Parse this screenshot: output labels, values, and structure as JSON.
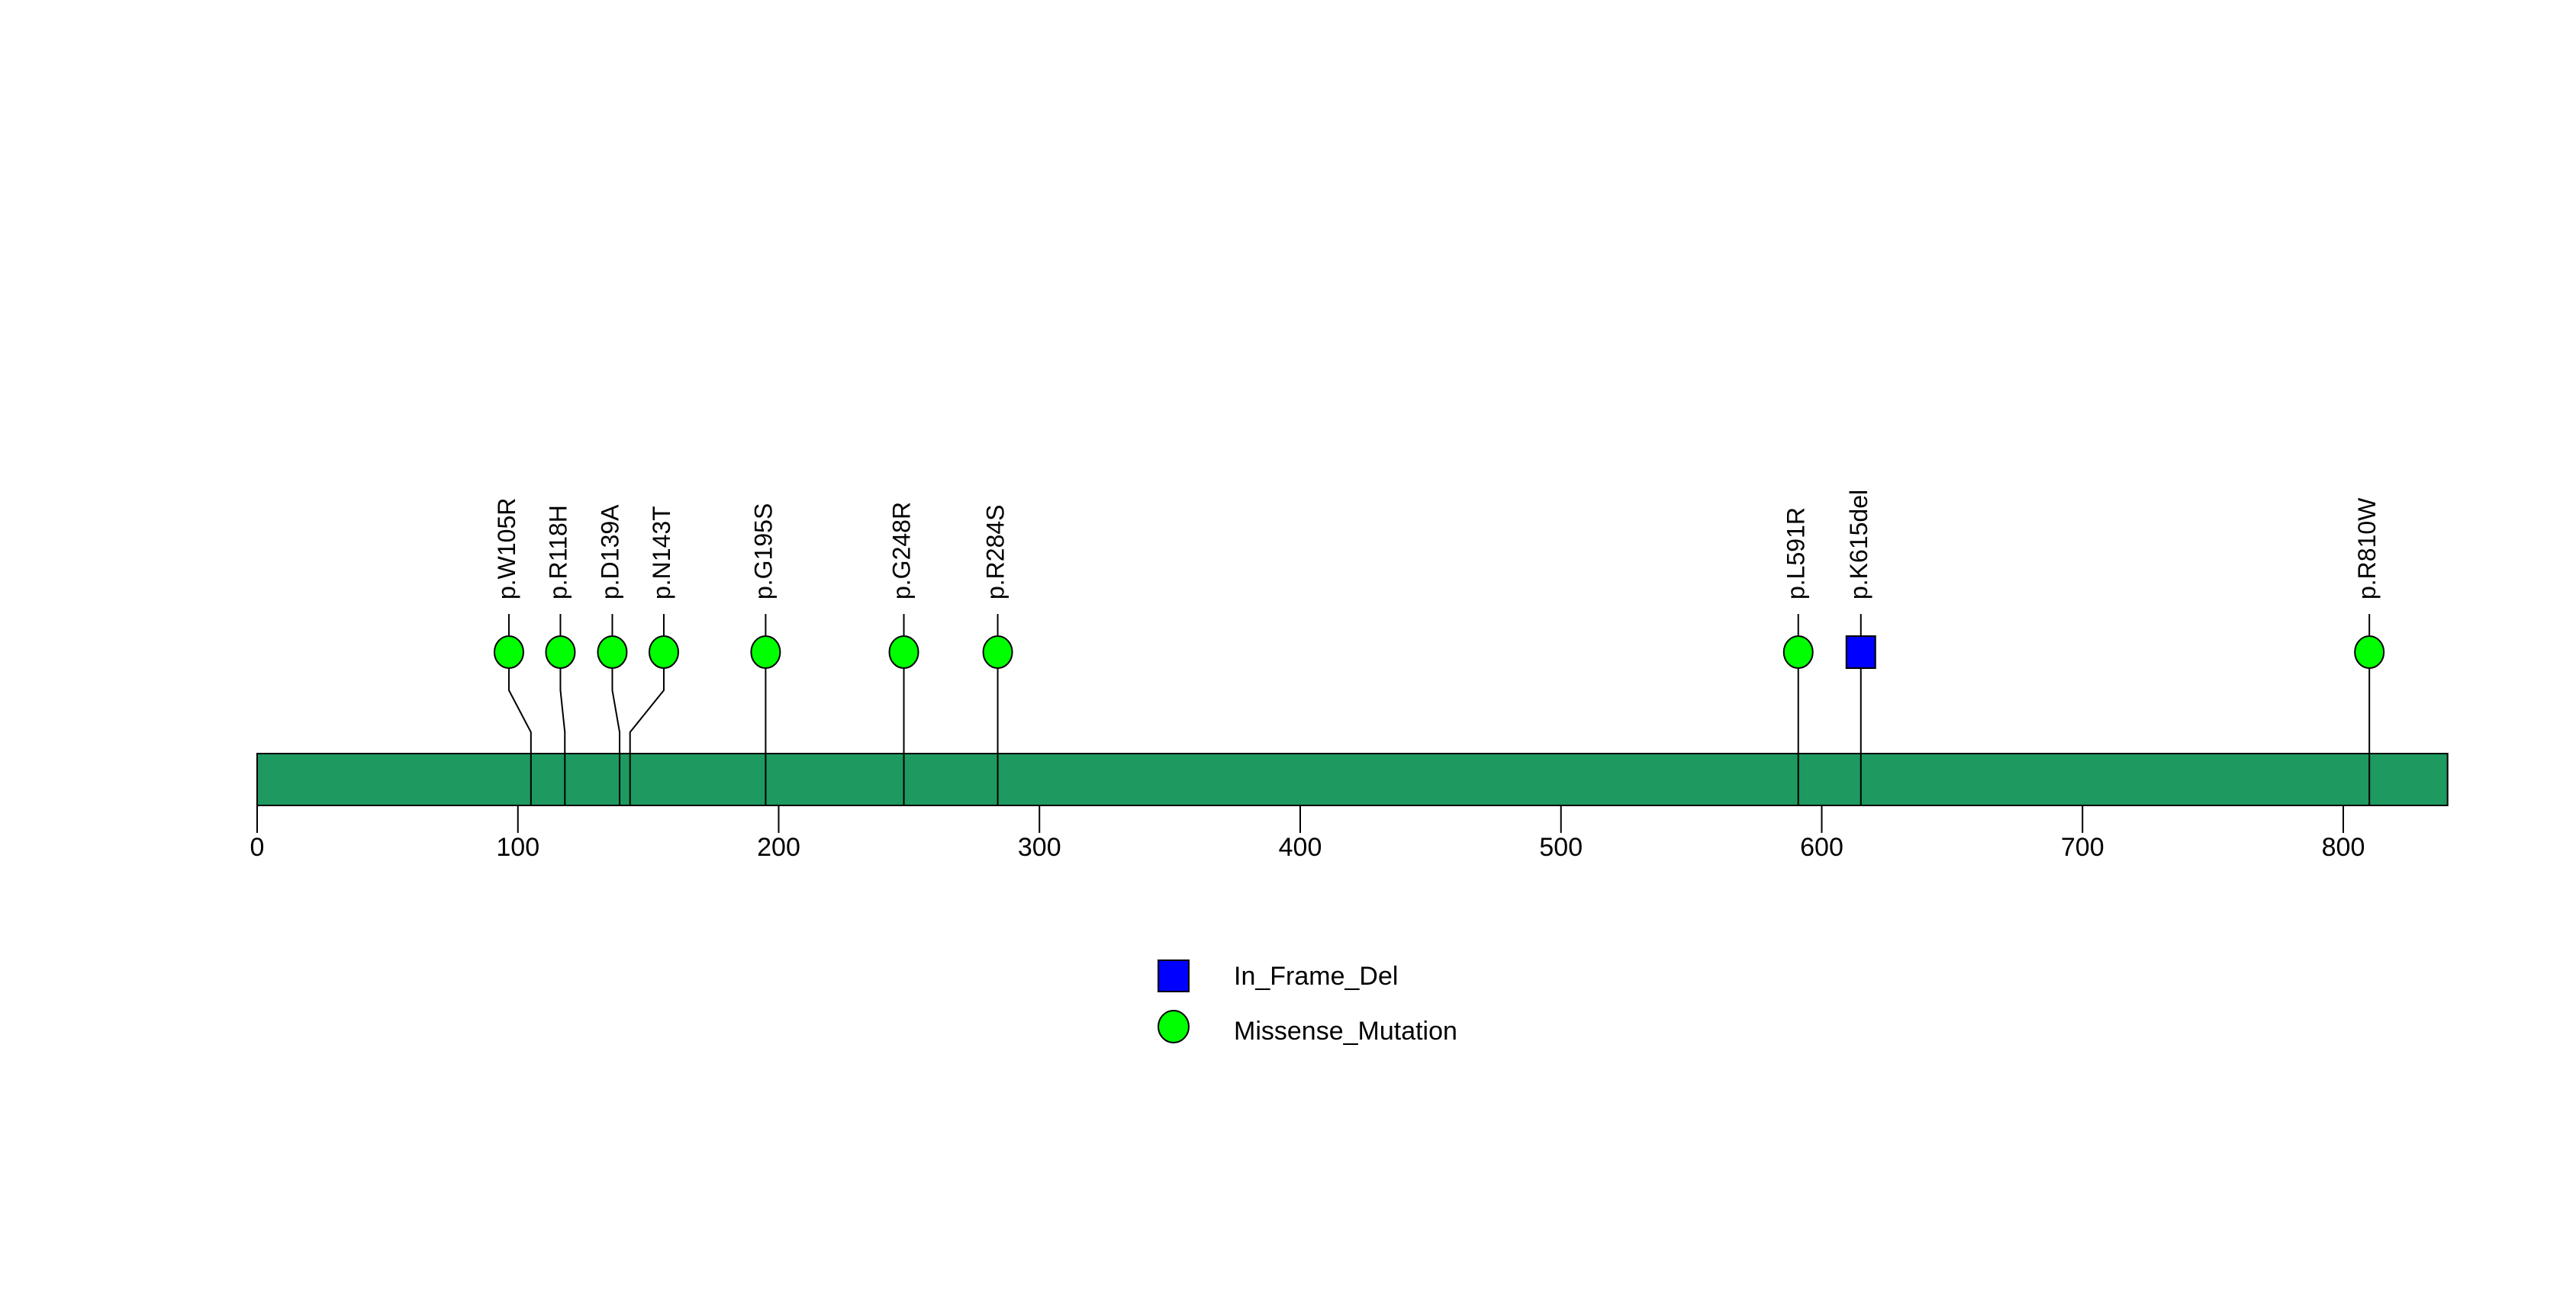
{
  "chart_data": {
    "type": "scatter",
    "subtype": "protein-lollipop-mutation-plot",
    "title": "",
    "xlabel": "",
    "ylabel": "",
    "xlim": [
      0,
      840
    ],
    "x_ticks": [
      0,
      100,
      200,
      300,
      400,
      500,
      600,
      700,
      800
    ],
    "grid": false,
    "legend_position": "bottom-center",
    "mutations": [
      {
        "label": "p.W105R",
        "position": 105,
        "type": "Missense_Mutation"
      },
      {
        "label": "p.R118H",
        "position": 118,
        "type": "Missense_Mutation"
      },
      {
        "label": "p.D139A",
        "position": 139,
        "type": "Missense_Mutation"
      },
      {
        "label": "p.N143T",
        "position": 143,
        "type": "Missense_Mutation"
      },
      {
        "label": "p.G195S",
        "position": 195,
        "type": "Missense_Mutation"
      },
      {
        "label": "p.G248R",
        "position": 248,
        "type": "Missense_Mutation"
      },
      {
        "label": "p.R284S",
        "position": 284,
        "type": "Missense_Mutation"
      },
      {
        "label": "p.L591R",
        "position": 591,
        "type": "Missense_Mutation"
      },
      {
        "label": "p.K615del",
        "position": 615,
        "type": "In_Frame_Del"
      },
      {
        "label": "p.R810W",
        "position": 810,
        "type": "Missense_Mutation"
      }
    ],
    "legend": [
      {
        "label": "In_Frame_Del",
        "shape": "square",
        "color": "#0000ff"
      },
      {
        "label": "Missense_Mutation",
        "shape": "circle",
        "color": "#00ff00"
      }
    ],
    "colors": {
      "Missense_Mutation": "#00ff00",
      "In_Frame_Del": "#0000ff",
      "protein_bar": "#1e9960",
      "stroke": "#000000",
      "background": "#ffffff"
    }
  }
}
